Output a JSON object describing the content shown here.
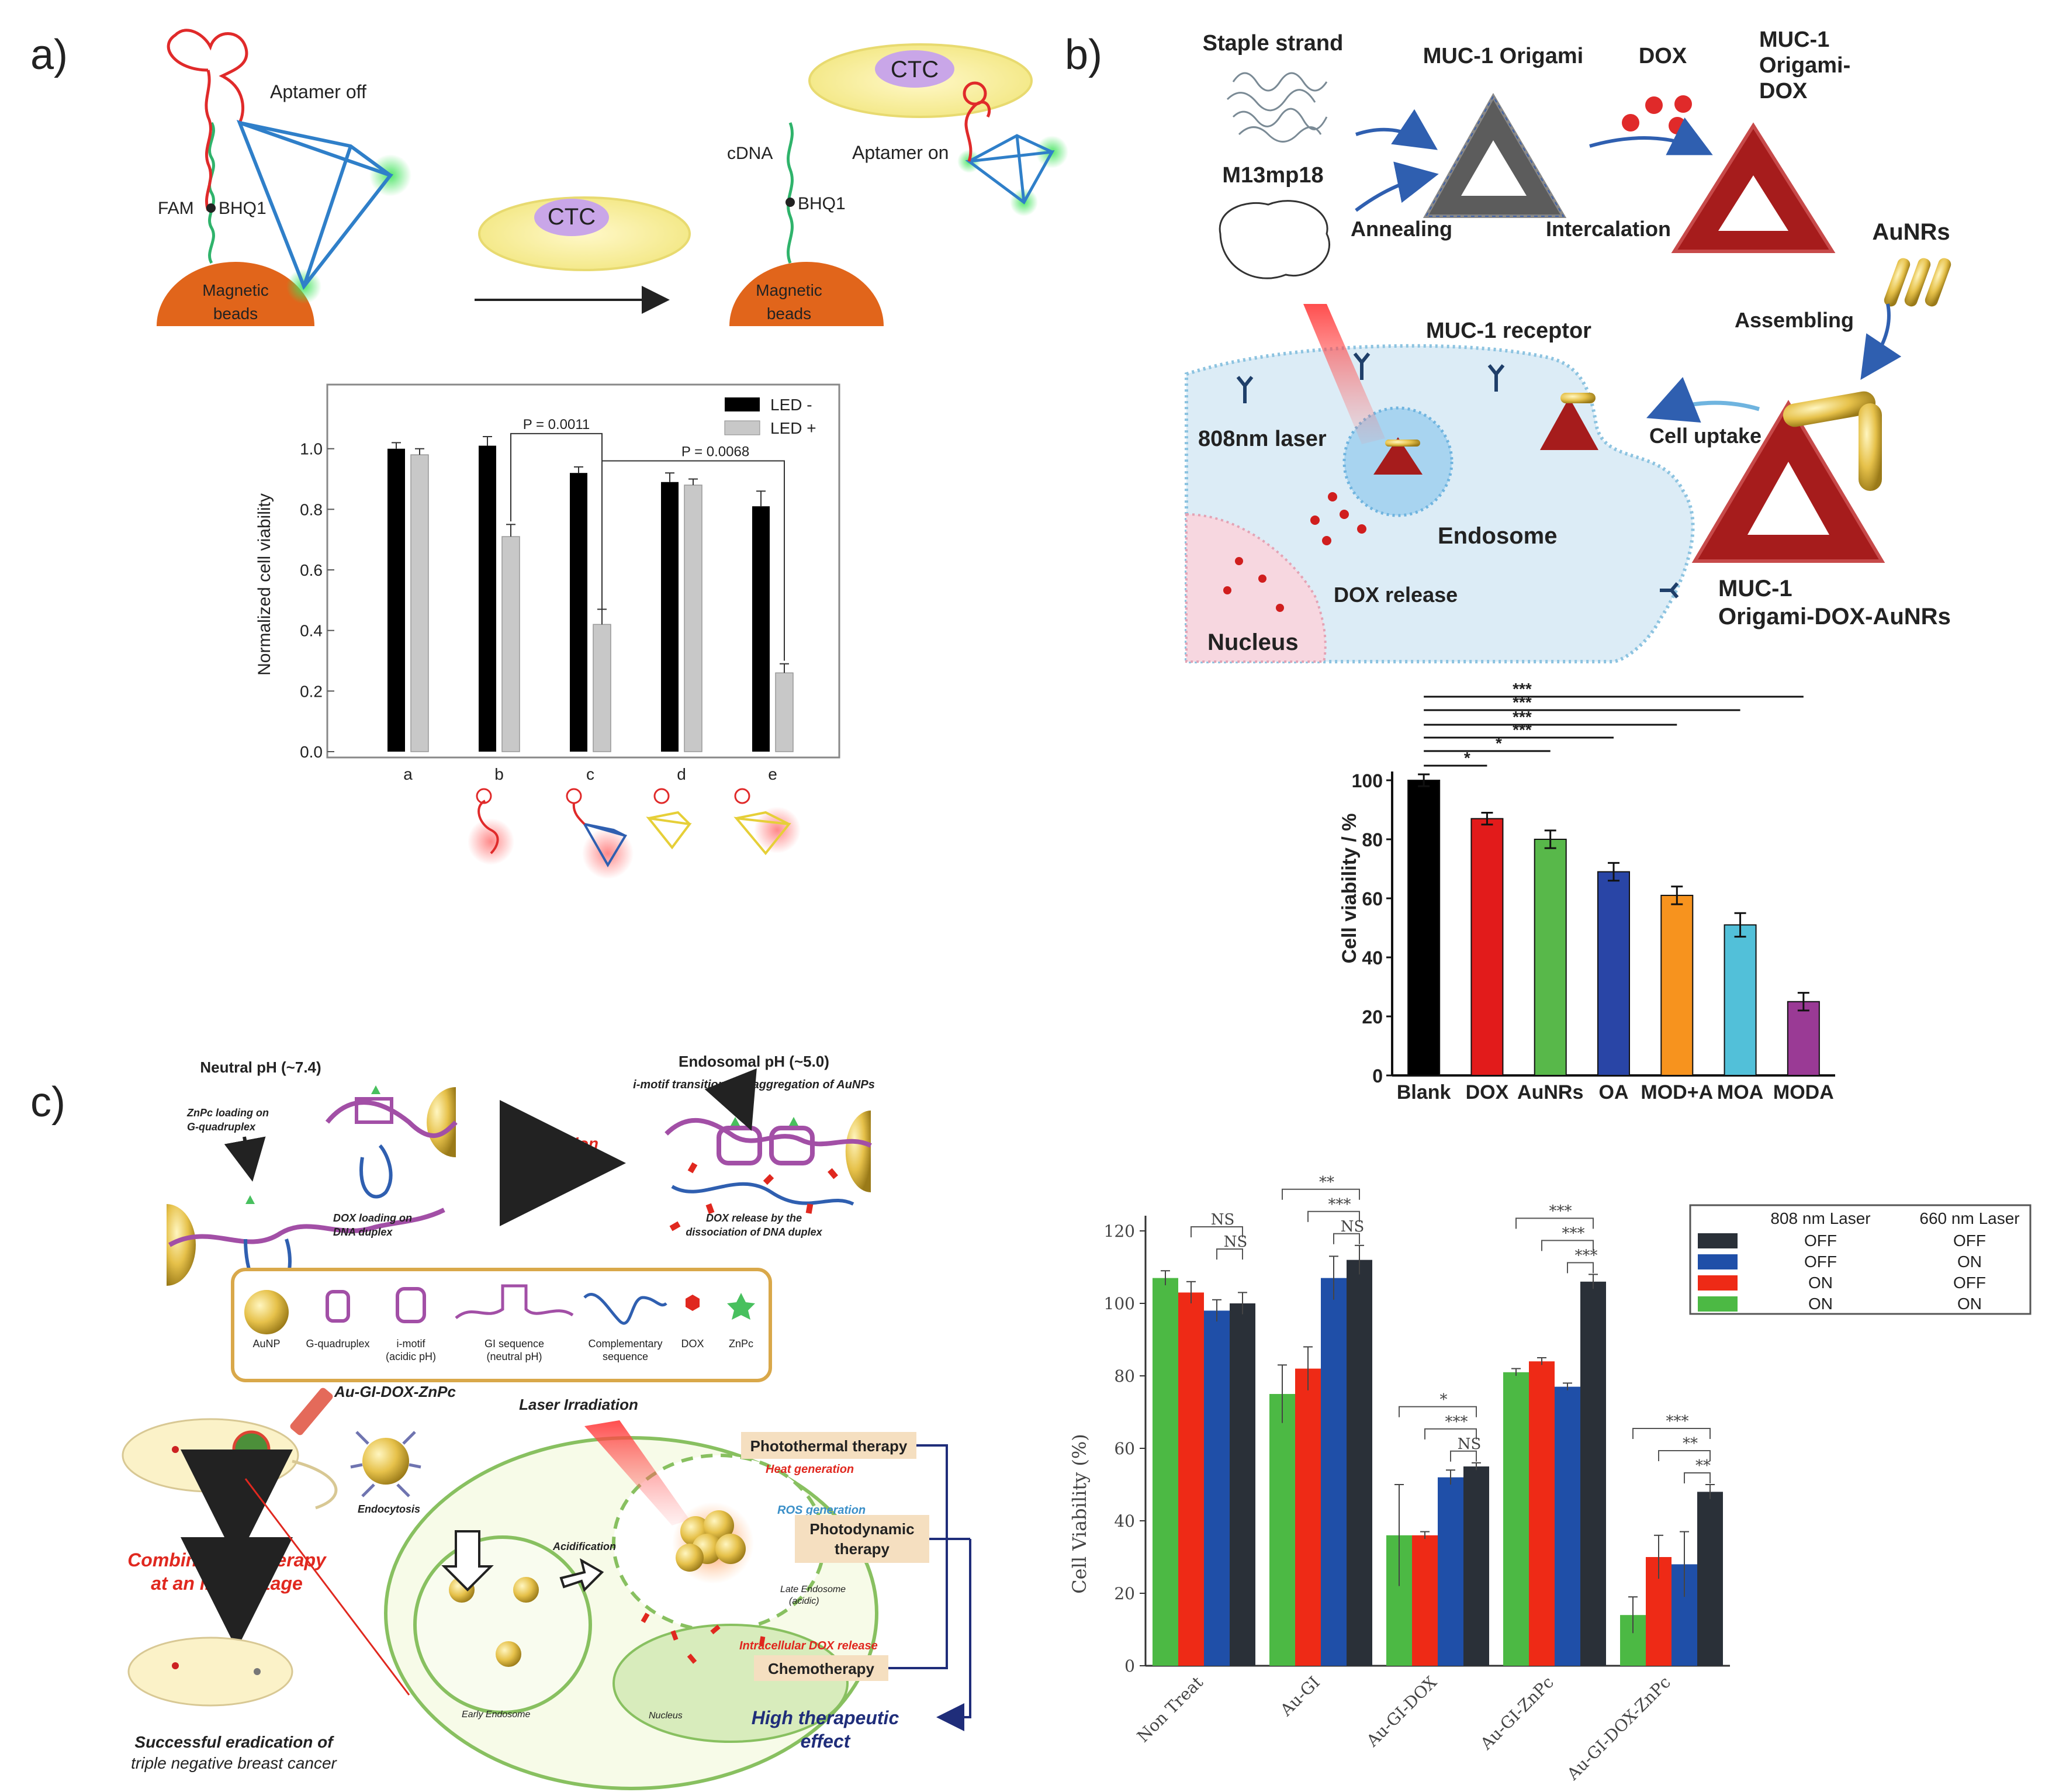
{
  "panel_a": {
    "label": "a)",
    "aptamer_off": "Aptamer off",
    "aptamer_on": "Aptamer on",
    "ctc": "CTC",
    "fam": "FAM",
    "bhq1": "BHQ1",
    "cdna": "cDNA",
    "magnetic": "Magnetic",
    "beads": "beads"
  },
  "panel_b": {
    "label": "b)",
    "staple_strand": "Staple strand",
    "m13": "M13mp18",
    "muc_origami": "MUC-1 Origami",
    "dox": "DOX",
    "muc_origami_dox": [
      "MUC-1",
      "Origami-",
      "DOX"
    ],
    "annealing": "Annealing",
    "intercalation": "Intercalation",
    "aunrs": "AuNRs",
    "assembling": "Assembling",
    "muc_receptor": "MUC-1 receptor",
    "laser": "808nm laser",
    "cell_uptake": "Cell uptake",
    "endosome": "Endosome",
    "dox_release": "DOX release",
    "nucleus": "Nucleus",
    "final": [
      "MUC-1",
      "Origami-DOX-AuNRs"
    ]
  },
  "panel_c": {
    "label": "c)",
    "neutral": "Neutral pH (~7.4)",
    "endosomal": "Endosomal pH (~5.0)",
    "imotif": "i-motif transition and aggregation of AuNPs",
    "znpc_loading": [
      "ZnPc loading on",
      "G-quadruplex"
    ],
    "dox_loading": [
      "DOX loading on",
      "DNA duplex"
    ],
    "acidification": "Acidification",
    "dox_release": [
      "DOX release by the",
      "dissociation of DNA duplex"
    ],
    "legend": [
      {
        "label": [
          "AuNP"
        ]
      },
      {
        "label": [
          "G-quadruplex"
        ]
      },
      {
        "label": [
          "i-motif",
          "(acidic pH)"
        ]
      },
      {
        "label": [
          "GI sequence",
          "(neutral pH)"
        ]
      },
      {
        "label": [
          "Complementary",
          "sequence"
        ]
      },
      {
        "label": [
          "DOX"
        ]
      },
      {
        "label": [
          "ZnPc"
        ]
      }
    ],
    "agent": "Au-GI-DOX-ZnPc",
    "laser": "Laser Irradiation",
    "endocytosis": "Endocytosis",
    "acidification2": "Acidification",
    "heat": "Heat generation",
    "ros": "ROS generation",
    "late_endo": [
      "Late Endosome",
      "(acidic)"
    ],
    "intracellular": "Intracellular DOX release",
    "early_endo": "Early Endosome",
    "nucleus": "Nucleus",
    "ptt": "Photothermal therapy",
    "pdt": [
      "Photodynamic",
      "therapy"
    ],
    "chemo": "Chemotherapy",
    "combo": [
      "Combinatorial therapy",
      "at an initial stage"
    ],
    "success": [
      "Successful eradication of",
      "triple negative breast cancer"
    ],
    "high": [
      "High therapeutic",
      "effect"
    ]
  },
  "chart_data": [
    {
      "type": "bar",
      "ylabel": "Normalized cell viability",
      "categories": [
        "a",
        "b",
        "c",
        "d",
        "e"
      ],
      "ylim": [
        0,
        1.15
      ],
      "yticks": [
        "0.0",
        "0.2",
        "0.4",
        "0.6",
        "0.8",
        "1.0"
      ],
      "series": [
        {
          "name": "LED -",
          "color": "#000000",
          "values": [
            1.0,
            1.01,
            0.92,
            0.89,
            0.81
          ],
          "err": [
            0.02,
            0.03,
            0.02,
            0.03,
            0.05
          ]
        },
        {
          "name": "LED +",
          "color": "#c8c8c8",
          "values": [
            0.98,
            0.71,
            0.42,
            0.88,
            0.26
          ],
          "err": [
            0.02,
            0.04,
            0.05,
            0.02,
            0.03
          ]
        }
      ],
      "annotations": [
        "P = 0.0011",
        "P = 0.0068"
      ]
    },
    {
      "type": "bar",
      "ylabel": "Cell viability / %",
      "categories": [
        "Blank",
        "DOX",
        "AuNRs",
        "OA",
        "MOD+A",
        "MOA",
        "MODA"
      ],
      "ylim": [
        0,
        100
      ],
      "yticks": [
        "0",
        "20",
        "40",
        "60",
        "80",
        "100"
      ],
      "values": [
        100,
        87,
        80,
        69,
        61,
        51,
        25
      ],
      "err": [
        2,
        2,
        3,
        3,
        3,
        4,
        3
      ],
      "colors": [
        "#000000",
        "#e21b1b",
        "#58b84a",
        "#2945a6",
        "#f7931e",
        "#52c0d9",
        "#9a3a95"
      ],
      "significance": [
        "*",
        "*",
        "***",
        "***",
        "***",
        "***"
      ]
    },
    {
      "type": "bar",
      "ylabel": "Cell Viability (%)",
      "categories": [
        "Non Treat",
        "Au-GI",
        "Au-GI-DOX",
        "Au-GI-ZnPc",
        "Au-GI-DOX-ZnPc"
      ],
      "ylim": [
        0,
        120
      ],
      "yticks": [
        "0",
        "20",
        "40",
        "60",
        "80",
        "100",
        "120"
      ],
      "legend_headers": [
        "808 nm Laser",
        "660 nm Laser"
      ],
      "series": [
        {
          "color": "#4cb944",
          "laser808": "ON",
          "laser660": "ON",
          "values": [
            107,
            75,
            36,
            81,
            14
          ],
          "err": [
            2,
            8,
            14,
            1,
            5
          ]
        },
        {
          "color": "#ee2a16",
          "laser808": "ON",
          "laser660": "OFF",
          "values": [
            103,
            82,
            36,
            84,
            30
          ],
          "err": [
            3,
            6,
            1,
            1,
            6
          ]
        },
        {
          "color": "#1f4fa8",
          "laser808": "OFF",
          "laser660": "ON",
          "values": [
            98,
            107,
            52,
            77,
            28
          ],
          "err": [
            3,
            6,
            2,
            1,
            9
          ]
        },
        {
          "color": "#2a3038",
          "laser808": "OFF",
          "laser660": "OFF",
          "values": [
            100,
            112,
            55,
            106,
            48
          ],
          "err": [
            3,
            4,
            1,
            2,
            2
          ]
        }
      ],
      "significance": [
        "NS",
        "NS",
        "**",
        "***",
        "NS",
        "*",
        "***",
        "NS",
        "***",
        "***",
        "***",
        "***",
        "**",
        "**"
      ]
    }
  ]
}
